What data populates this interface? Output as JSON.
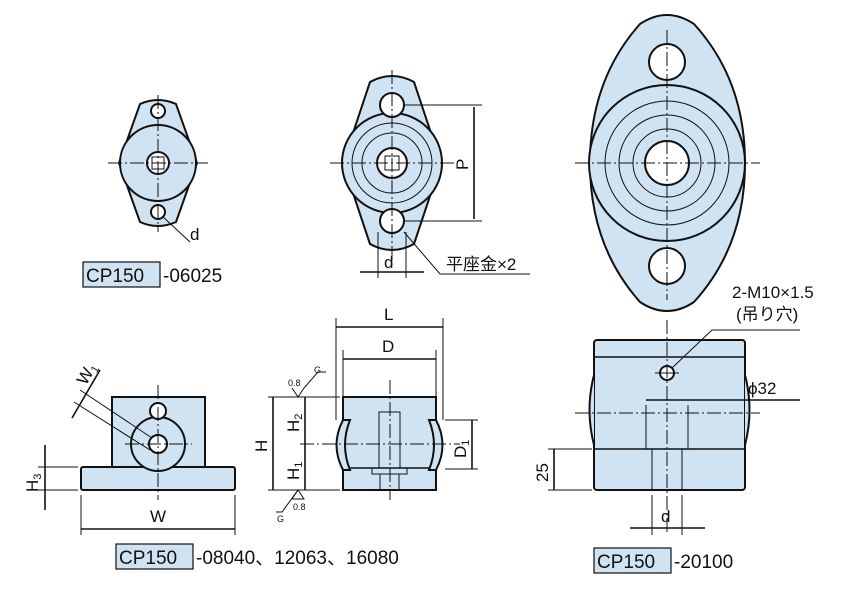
{
  "colors": {
    "part_fill": "#cfe3f3",
    "line": "#111111"
  },
  "views": {
    "small": {
      "model_box": "CP150",
      "model_suffix": "-06025",
      "dim_d": "d"
    },
    "medium_top": {
      "dim_p": "P",
      "dim_d": "d",
      "washer_note": "平座金×2"
    },
    "large_top": {
      "hole_note_1": "2-M10×1.5",
      "hole_note_2": "(吊り穴)"
    },
    "side_left": {
      "dim_w1": "W",
      "dim_w1_sub": "1",
      "dim_h3": "H",
      "dim_h3_sub": "3",
      "dim_w": "W"
    },
    "side_middle": {
      "dim_l": "L",
      "dim_d": "D",
      "dim_h": "H",
      "dim_h1": "H",
      "dim_h1_sub": "1",
      "dim_h2": "H",
      "dim_h2_sub": "2",
      "dim_d1": "D",
      "dim_d1_sub": "1",
      "rough_top": "0.8",
      "rough_top_g": "G",
      "rough_bottom": "0.8",
      "rough_bottom_g": "G"
    },
    "medium_caption": {
      "model_box": "CP150",
      "model_suffix": "-08040、12063、16080"
    },
    "large_side": {
      "dim_phi": "ϕ32",
      "dim_25": "25",
      "dim_d": "d",
      "model_box": "CP150",
      "model_suffix": "-20100"
    }
  }
}
